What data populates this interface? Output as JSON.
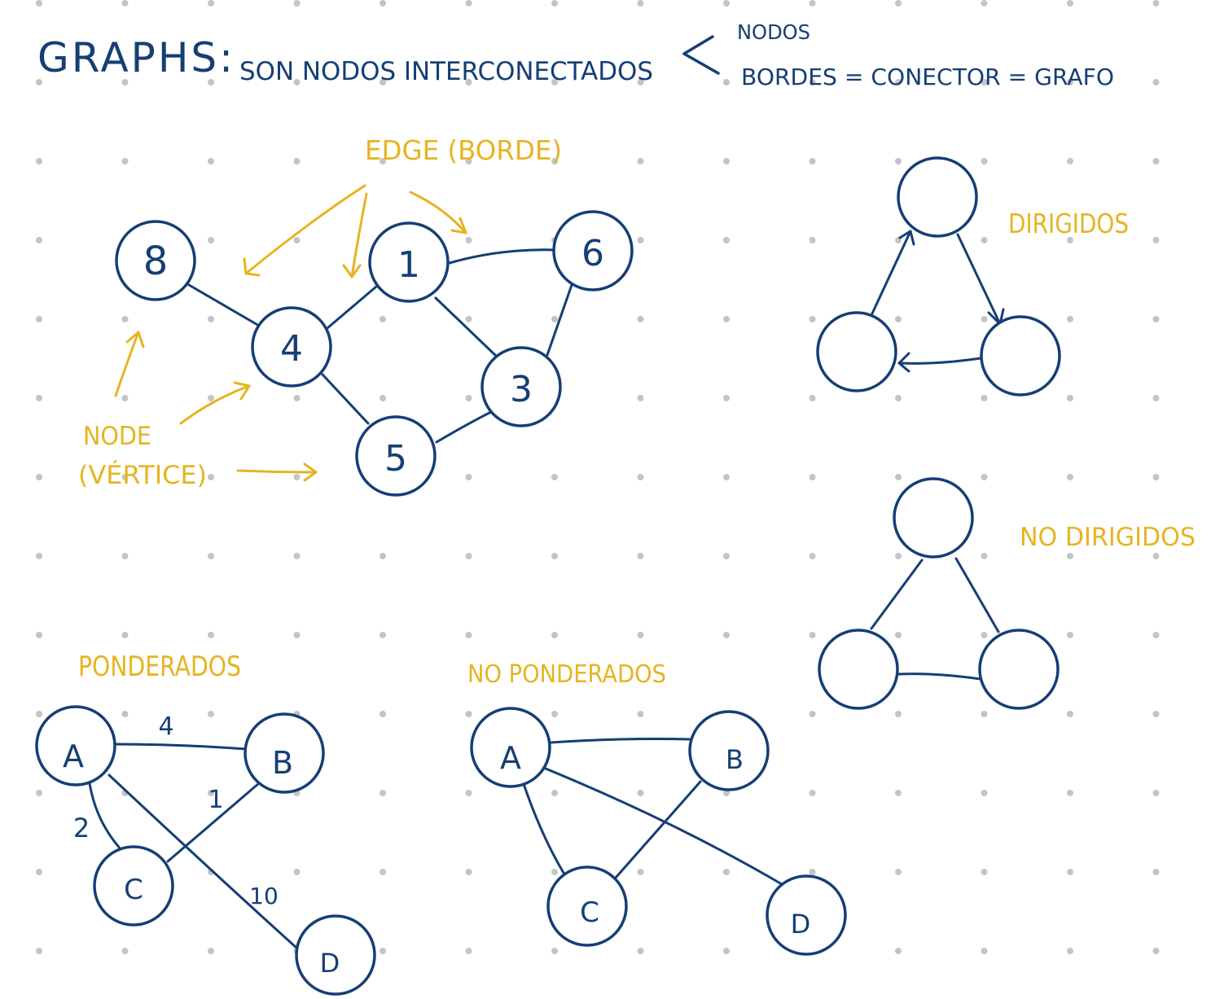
{
  "colors": {
    "ink": "#153e75",
    "accent": "#e6b422",
    "dot": "#c4c4c4",
    "paper": "#ffffff"
  },
  "header": {
    "title": "GRAPHS:",
    "subtitle": "SON NODOS INTERCONECTADOS",
    "nodos": "NODOS",
    "bordes": "BORDES = CONECTOR = GRAFO"
  },
  "annotations": {
    "edge": "EDGE (BORDE)",
    "node": "NODE",
    "vertice": "(VÉRTICE)",
    "dirigidos": "DIRIGIDOS",
    "no_dirigidos": "NO DIRIGIDOS",
    "ponderados": "PONDERADOS",
    "no_ponderados": "NO PONDERADOS"
  },
  "main_graph": {
    "nodes": [
      "8",
      "4",
      "1",
      "6",
      "3",
      "5"
    ]
  },
  "weighted_graph": {
    "nodes": [
      "A",
      "B",
      "C",
      "D"
    ],
    "weights": {
      "ab": "4",
      "ac": "2",
      "bc": "1",
      "ad": "10"
    }
  },
  "unweighted_graph": {
    "nodes": [
      "A",
      "B",
      "C",
      "D"
    ]
  }
}
